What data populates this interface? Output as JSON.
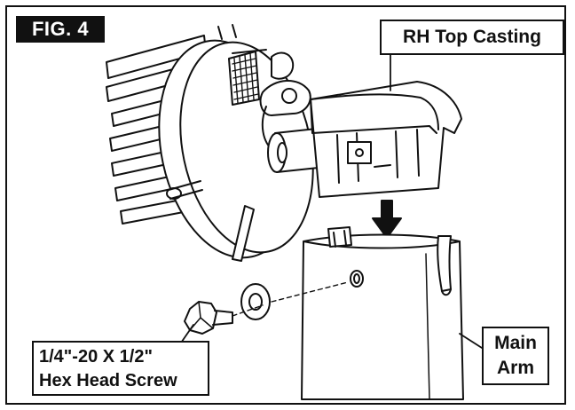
{
  "figure": {
    "tag": "FIG. 4",
    "callouts": {
      "top_casting": "RH Top Casting",
      "main_arm_line1": "Main",
      "main_arm_line2": "Arm",
      "screw_line1": "1/4\"-20 X 1/2\"",
      "screw_line2": "Hex Head Screw"
    }
  }
}
